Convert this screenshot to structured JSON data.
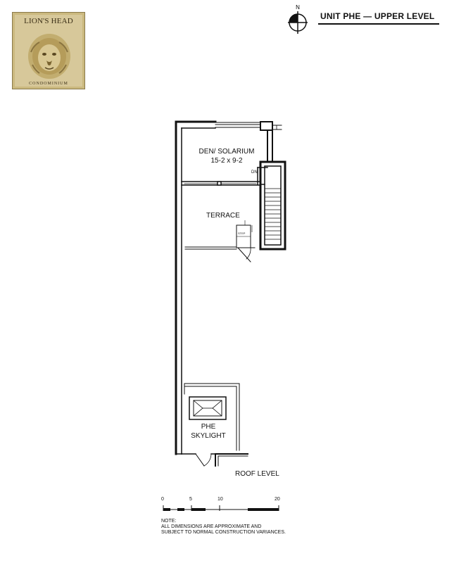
{
  "logo": {
    "title": "LION'S HEAD",
    "subtitle": "CONDOMINIUM",
    "art_icon": "lion-head-emblem"
  },
  "compass": {
    "north_label": "N",
    "icon": "north-arrow-compass"
  },
  "header": {
    "title": "UNIT PHE — UPPER LEVEL"
  },
  "rooms": {
    "den": {
      "name": "DEN/ SOLARIUM",
      "dimensions": "15-2 x 9-2"
    },
    "terrace": {
      "name": "TERRACE"
    },
    "skylight": {
      "name": "PHE",
      "name2": "SKYLIGHT"
    }
  },
  "annotations": {
    "stair_dn": "DN",
    "step": "STEP"
  },
  "roof_level_label": "ROOF LEVEL",
  "scale_bar": {
    "ticks": [
      "0",
      "5",
      "10",
      "20"
    ]
  },
  "note": {
    "heading": "NOTE:",
    "line1": "ALL DIMENSIONS ARE APPROXIMATE AND",
    "line2": "SUBJECT TO NORMAL CONSTRUCTION VARIANCES."
  },
  "colors": {
    "wall": "#111111",
    "logo_bg": "#d7c89a",
    "logo_border": "#8a7a4a"
  }
}
